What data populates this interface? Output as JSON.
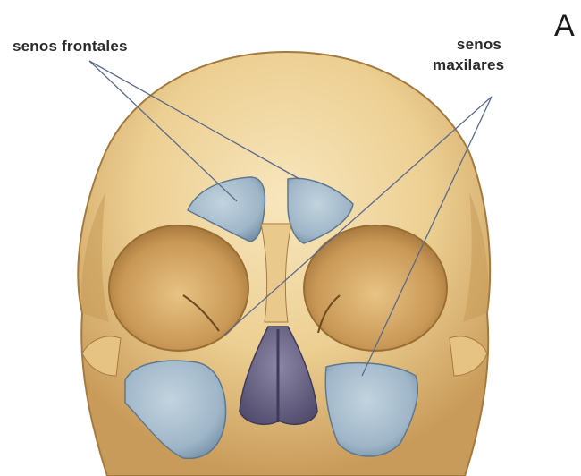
{
  "figure": {
    "panel_letter": "A",
    "labels": {
      "frontal_sinuses": "senos frontales",
      "maxillary_line1": "senos",
      "maxillary_line2": "maxilares"
    }
  },
  "colors": {
    "bone_light": "#f3d9a1",
    "bone_mid": "#e2bd7c",
    "bone_dark": "#b98a4a",
    "sinus_blue": "#a8bfcf",
    "sinus_blue_dark": "#6f8da5",
    "nasal_purple": "#6d6789",
    "leader_line": "#5a6a8a"
  }
}
